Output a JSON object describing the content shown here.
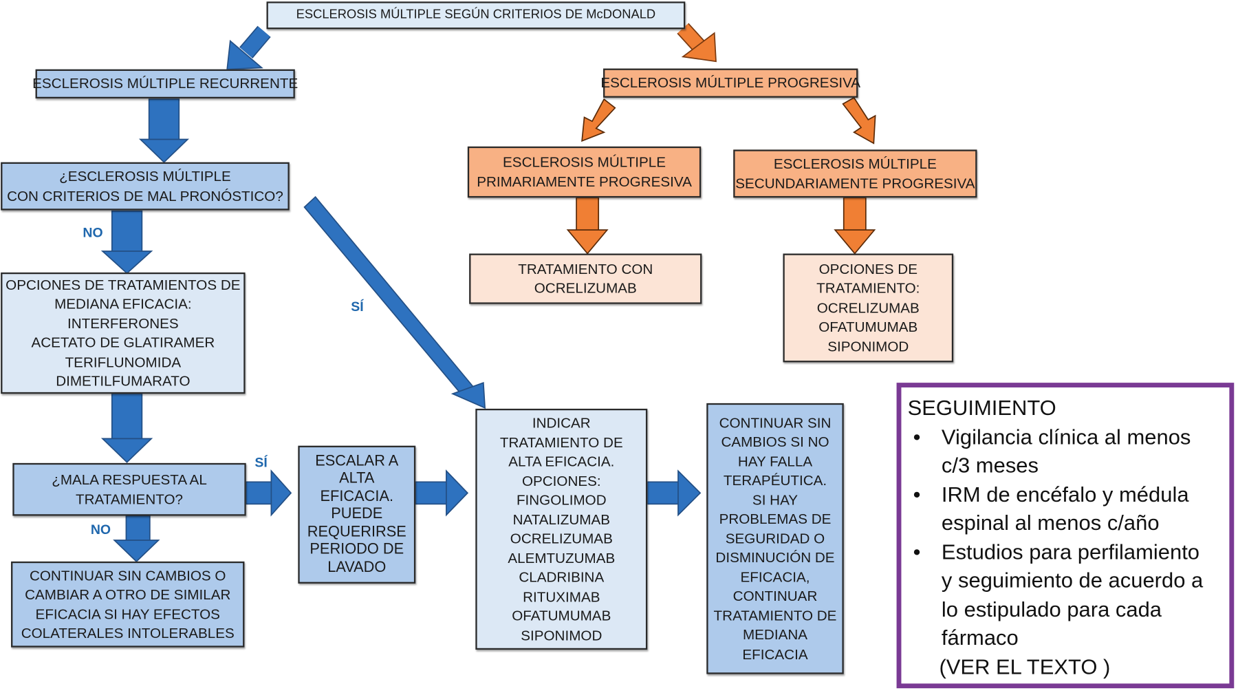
{
  "title": "ESCLEROSIS MÚLTIPLE SEGÚN CRITERIOS DE McDONALD",
  "colors": {
    "blue_arrow": "#2e72bf",
    "orange_arrow": "#f07f34",
    "blue_light_box": "#dce8f5",
    "blue_mid_box": "#aecaeb",
    "orange_mid_box": "#f8b184",
    "orange_light_box": "#fce4d6",
    "follow_up_border": "#7a3a94",
    "branch_label": "#1f67ad"
  },
  "recurrent": {
    "type_box": [
      "ESCLEROSIS MÚLTIPLE RECURRENTE"
    ],
    "prognosis_question": [
      "¿ESCLEROSIS MÚLTIPLE",
      "CON CRITERIOS DE MAL PRONÓSTICO?"
    ],
    "medium_efficacy_options": [
      "OPCIONES DE TRATAMIENTOS DE",
      "MEDIANA EFICACIA:",
      "INTERFERONES",
      "ACETATO DE GLATIRAMER",
      "TERIFLUNOMIDA",
      "DIMETILFUMARATO"
    ],
    "response_question": [
      "¿MALA RESPUESTA AL",
      "TRATAMIENTO?"
    ],
    "continue_or_switch": [
      "CONTINUAR SIN CAMBIOS O",
      "CAMBIAR A OTRO DE SIMILAR",
      "EFICACIA SI HAY EFECTOS",
      "COLATERALES INTOLERABLES"
    ],
    "escalate": [
      "ESCALAR A",
      "ALTA",
      "EFICACIA.",
      "PUEDE",
      "REQUERIRSE",
      "PERIODO DE",
      "LAVADO"
    ],
    "high_efficacy": [
      "INDICAR",
      "TRATAMIENTO DE",
      "ALTA EFICACIA.",
      "OPCIONES:",
      "FINGOLIMOD",
      "NATALIZUMAB",
      "OCRELIZUMAB",
      "ALEMTUZUMAB",
      "CLADRIBINA",
      "RITUXIMAB",
      "OFATUMUMAB",
      "SIPONIMOD"
    ],
    "continue_high": [
      "CONTINUAR SIN",
      "CAMBIOS SI NO",
      "HAY FALLA",
      "TERAPÉUTICA.",
      "SI HAY",
      "PROBLEMAS DE",
      "SEGURIDAD O",
      "DISMINUCIÓN DE",
      "EFICACIA,",
      "CONTINUAR",
      "TRATAMIENTO DE",
      "MEDIANA",
      "EFICACIA"
    ]
  },
  "progressive": {
    "type_box": [
      "ESCLEROSIS MÚLTIPLE PROGRESIVA"
    ],
    "primary": [
      "ESCLEROSIS MÚLTIPLE",
      "PRIMARIAMENTE PROGRESIVA"
    ],
    "secondary": [
      "ESCLEROSIS MÚLTIPLE",
      "SECUNDARIAMENTE PROGRESIVA"
    ],
    "primary_treatment": [
      "TRATAMIENTO CON",
      "OCRELIZUMAB"
    ],
    "secondary_treatment": [
      "OPCIONES DE",
      "TRATAMIENTO:",
      "OCRELIZUMAB",
      "OFATUMUMAB",
      "SIPONIMOD"
    ]
  },
  "branch_labels": {
    "prognosis_no": "NO",
    "prognosis_yes": "SÍ",
    "response_yes": "SÍ",
    "response_no": "NO"
  },
  "follow_up": {
    "heading": "SEGUIMIENTO",
    "items": [
      [
        "Vigilancia clínica al menos",
        "c/3 meses"
      ],
      [
        "IRM de encéfalo y médula",
        "espinal al menos c/año"
      ],
      [
        "Estudios para perfilamiento",
        "y seguimiento de acuerdo a",
        "lo estipulado para cada",
        "fármaco"
      ]
    ],
    "note": "(VER EL TEXTO )"
  }
}
